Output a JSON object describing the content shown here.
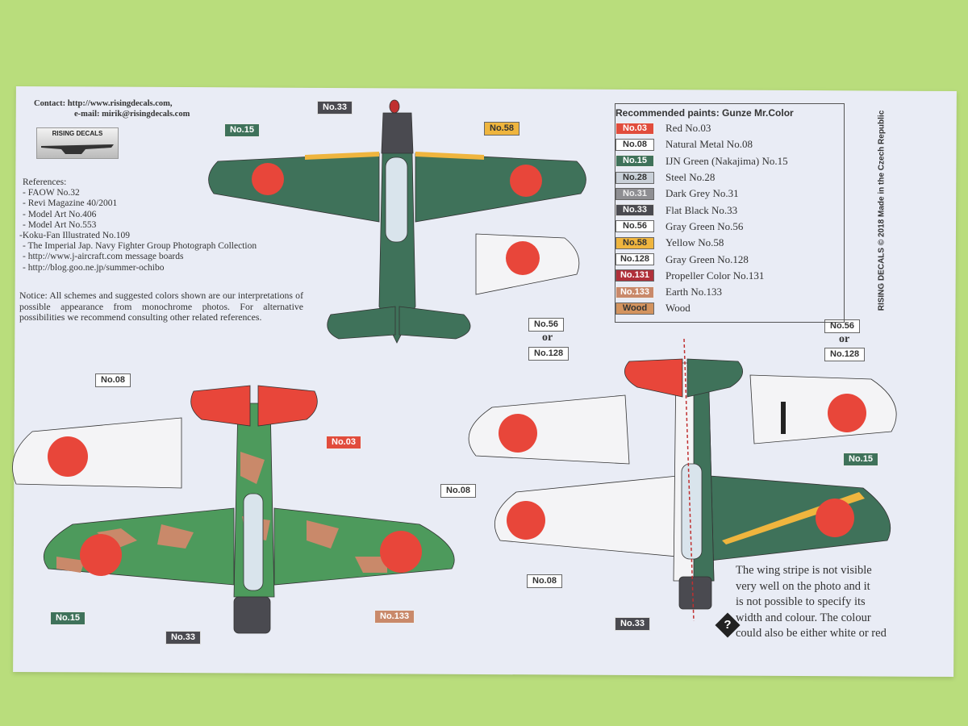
{
  "header": {
    "contact_line": "Contact: http://www.risingdecals.com,",
    "email_line": "e-mail: mirik@risingdecals.com",
    "logo_text": "RISING DECALS"
  },
  "references": {
    "title": "References:",
    "items": [
      "- FAOW No.32",
      "- Revi Magazine 40/2001",
      "- Model Art No.406",
      "- Model Art No.553",
      "-Koku-Fan Illustrated No.109",
      "- The Imperial Jap. Navy Fighter Group Photograph Collection",
      "- http://www.j-aircraft.com message boards",
      "- http://blog.goo.ne.jp/summer-ochibo"
    ]
  },
  "notice": "Notice: All schemes and suggested colors shown are our interpretations of possible appearance from monochrome photos. For alternative possibilities we recommend consulting other related references.",
  "legend": {
    "title": "Recommended paints: Gunze Mr.Color",
    "items": [
      {
        "code": "No.03",
        "name": "Red No.03",
        "color": "#e14c3c"
      },
      {
        "code": "No.08",
        "name": "Natural Metal No.08",
        "color": "#ffffff"
      },
      {
        "code": "No.15",
        "name": "IJN Green (Nakajima) No.15",
        "color": "#3f725a"
      },
      {
        "code": "No.28",
        "name": "Steel No.28",
        "color": "#c9d0d8"
      },
      {
        "code": "No.31",
        "name": "Dark Grey No.31",
        "color": "#8e8e92"
      },
      {
        "code": "No.33",
        "name": "Flat Black No.33",
        "color": "#4a4a50"
      },
      {
        "code": "No.56",
        "name": "Gray Green No.56",
        "color": "#ffffff"
      },
      {
        "code": "No.58",
        "name": "Yellow No.58",
        "color": "#efb53e"
      },
      {
        "code": "No.128",
        "name": "Gray Green No.128",
        "color": "#ffffff"
      },
      {
        "code": "No.131",
        "name": "Propeller Color No.131",
        "color": "#b0303a"
      },
      {
        "code": "No.133",
        "name": "Earth No.133",
        "color": "#c9896a"
      },
      {
        "code": "Wood",
        "name": "Wood",
        "color": "#d3935e"
      }
    ]
  },
  "copyright": "RISING DECALS © 2018 Made in the Czech Republic",
  "callouts": [
    "No.33",
    "No.15",
    "No.58",
    "No.56",
    "or",
    "No.128",
    "No.08",
    "No.03",
    "No.56",
    "or",
    "No.128",
    "No.15",
    "No.08",
    "No.08",
    "No.15",
    "No.33",
    "No.133",
    "No.33"
  ],
  "wing_note": [
    "The wing stripe is not visible",
    "very well on the photo and it",
    "is not possible to specify its",
    "width and colour. The colour",
    "could also be either white or red"
  ],
  "question_icon": "?"
}
